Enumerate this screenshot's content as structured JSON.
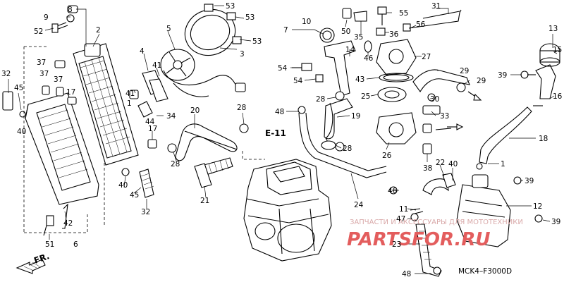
{
  "diagram": {
    "code": "MCK4–F3000D",
    "section_ref": "E-11",
    "front_label": "FR.",
    "watermark_text": "ЗАПЧАСТИ И АКСЕССУАРЫ ДЛЯ МОТОТЕХНИКИ",
    "watermark_logo": "PARTSFOR.RU",
    "callouts": [
      "8",
      "9",
      "52",
      "2",
      "5",
      "53",
      "53",
      "53",
      "3",
      "4",
      "41",
      "37",
      "37",
      "37",
      "32",
      "45",
      "17",
      "40",
      "41",
      "44",
      "34",
      "17",
      "40",
      "45",
      "32",
      "42",
      "51",
      "6",
      "1",
      "20",
      "28",
      "21",
      "28",
      "10",
      "7",
      "50",
      "35",
      "55",
      "31",
      "56",
      "36",
      "27",
      "46",
      "14",
      "54",
      "54",
      "43",
      "28",
      "25",
      "48",
      "19",
      "28",
      "29",
      "30",
      "29",
      "33",
      "26",
      "38",
      "24",
      "22",
      "40",
      "46",
      "11",
      "47",
      "23",
      "48",
      "13",
      "15",
      "39",
      "16",
      "18",
      "1",
      "39",
      "12",
      "39"
    ]
  }
}
